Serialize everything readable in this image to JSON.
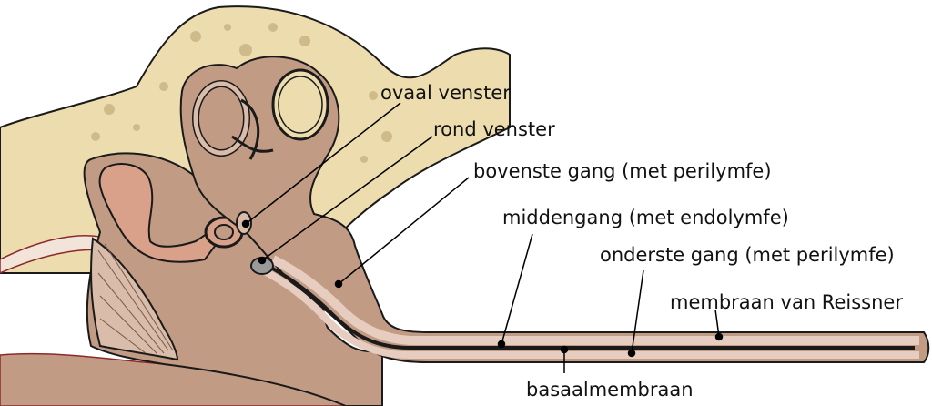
{
  "labels": {
    "ovaal_venster": "ovaal venster",
    "rond_venster": "rond venster",
    "bovenste_gang": "bovenste gang (met perilymfe)",
    "middengang": "middengang (met endolymfe)",
    "onderste_gang": "onderste gang (met perilymfe)",
    "membraan_reissner": "membraan van Reissner",
    "basaalmembraan": "basaalmembraan"
  },
  "colors": {
    "bone": "#ecdcae",
    "bone_spots": "#cfbb8a",
    "tissue": "#c29b84",
    "tissue_light": "#d9bcaa",
    "canal": "#b8867c",
    "canal_inner": "#e6cdbf",
    "skin_band": "#f3e4da",
    "outline": "#1a1a1a",
    "line": "#000000"
  }
}
